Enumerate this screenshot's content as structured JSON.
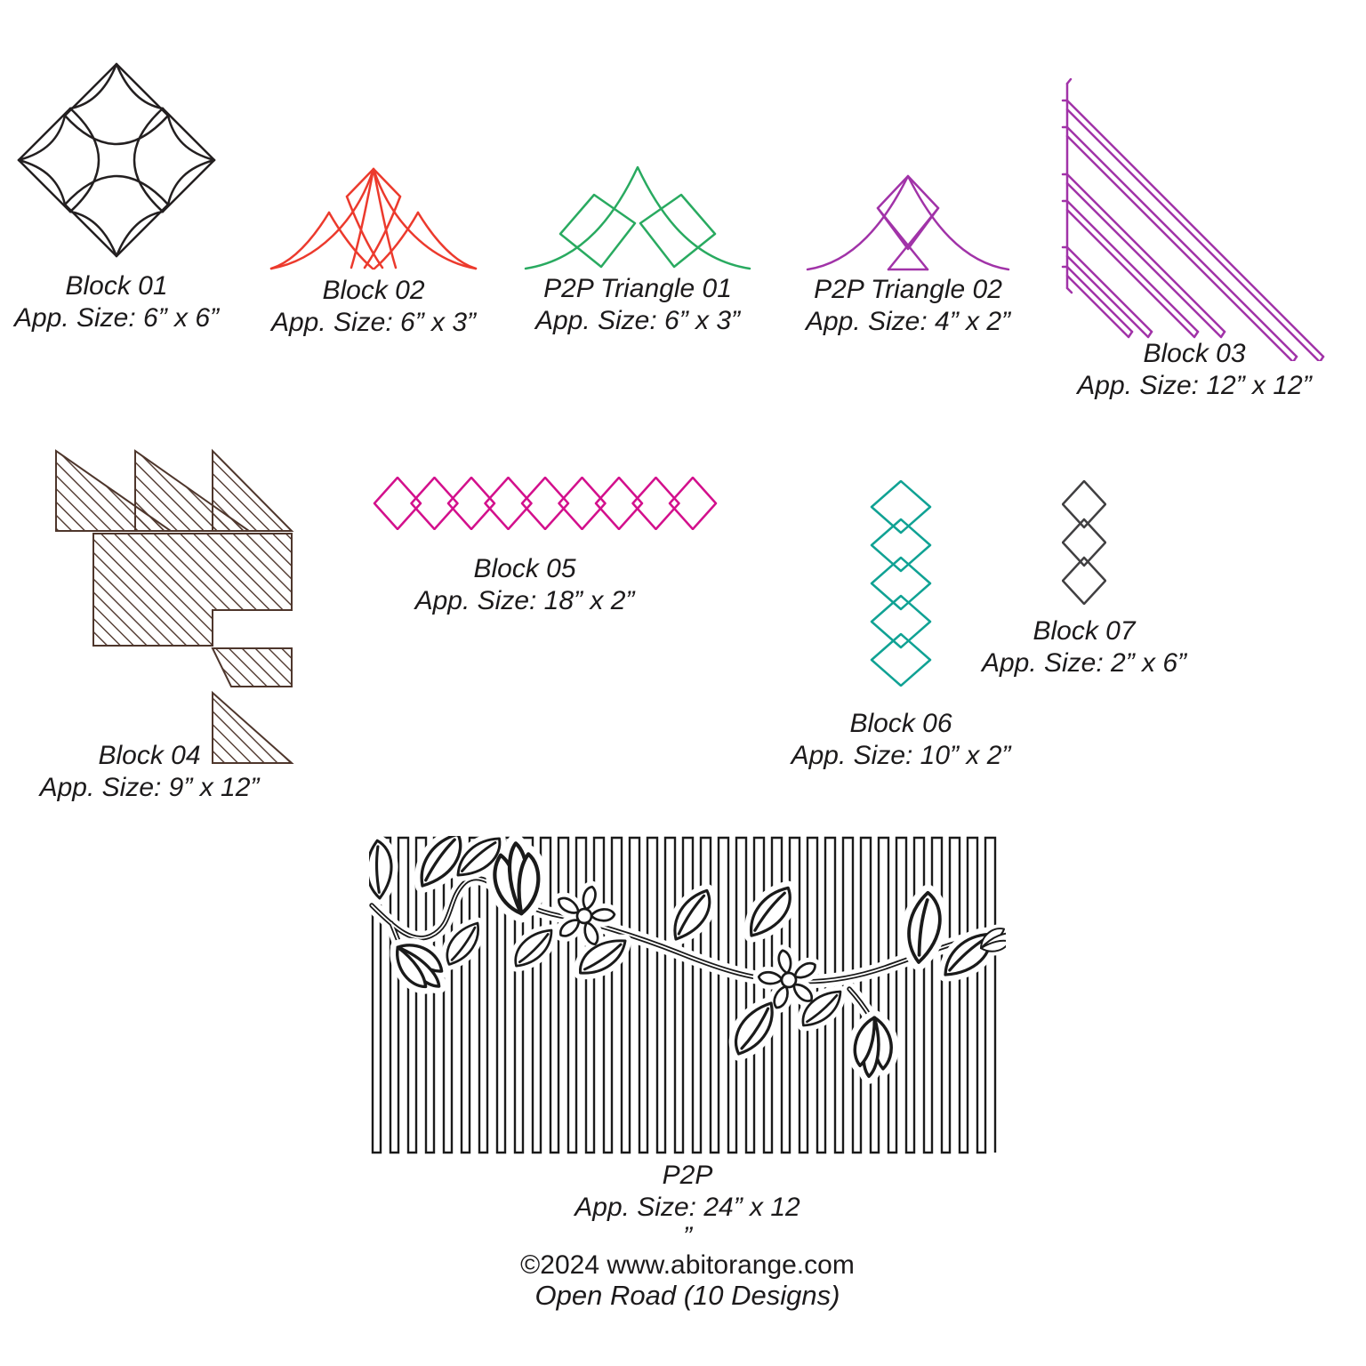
{
  "page": {
    "background": "#ffffff",
    "text_color": "#1c1a1b"
  },
  "designs": [
    {
      "id": "block-01",
      "name": "Block 01",
      "size_label": "App. Size: 6” x 6”",
      "color": "#231F20"
    },
    {
      "id": "block-02",
      "name": "Block 02",
      "size_label": "App. Size: 6” x 3”",
      "color": "#EC3A2D"
    },
    {
      "id": "p2p-triangle-01",
      "name": "P2P Triangle 01",
      "size_label": "App. Size: 6” x 3”",
      "color": "#29AA60"
    },
    {
      "id": "p2p-triangle-02",
      "name": "P2P Triangle 02",
      "size_label": "App. Size: 4” x 2”",
      "color": "#A133A8"
    },
    {
      "id": "block-03",
      "name": "Block 03",
      "size_label": "App. Size: 12” x 12”",
      "color": "#A133A8"
    },
    {
      "id": "block-04",
      "name": "Block 04",
      "size_label": "App. Size: 9” x 12”",
      "color": "#4E362C"
    },
    {
      "id": "block-05",
      "name": "Block 05",
      "size_label": "App. Size: 18” x 2”",
      "color": "#D3108C"
    },
    {
      "id": "block-06",
      "name": "Block 06",
      "size_label": "App. Size: 10” x 2”",
      "color": "#10A294"
    },
    {
      "id": "block-07",
      "name": "Block 07",
      "size_label": "App. Size: 2” x 6”",
      "color": "#414042"
    },
    {
      "id": "p2p",
      "name": "P2P",
      "size_label": "App. Size: 24” x 12",
      "size_label_line2": "”",
      "color": "#1A1A1A"
    }
  ],
  "footer": {
    "copyright": "©2024 www.abitorange.com",
    "collection": "Open Road (10 Designs)"
  }
}
